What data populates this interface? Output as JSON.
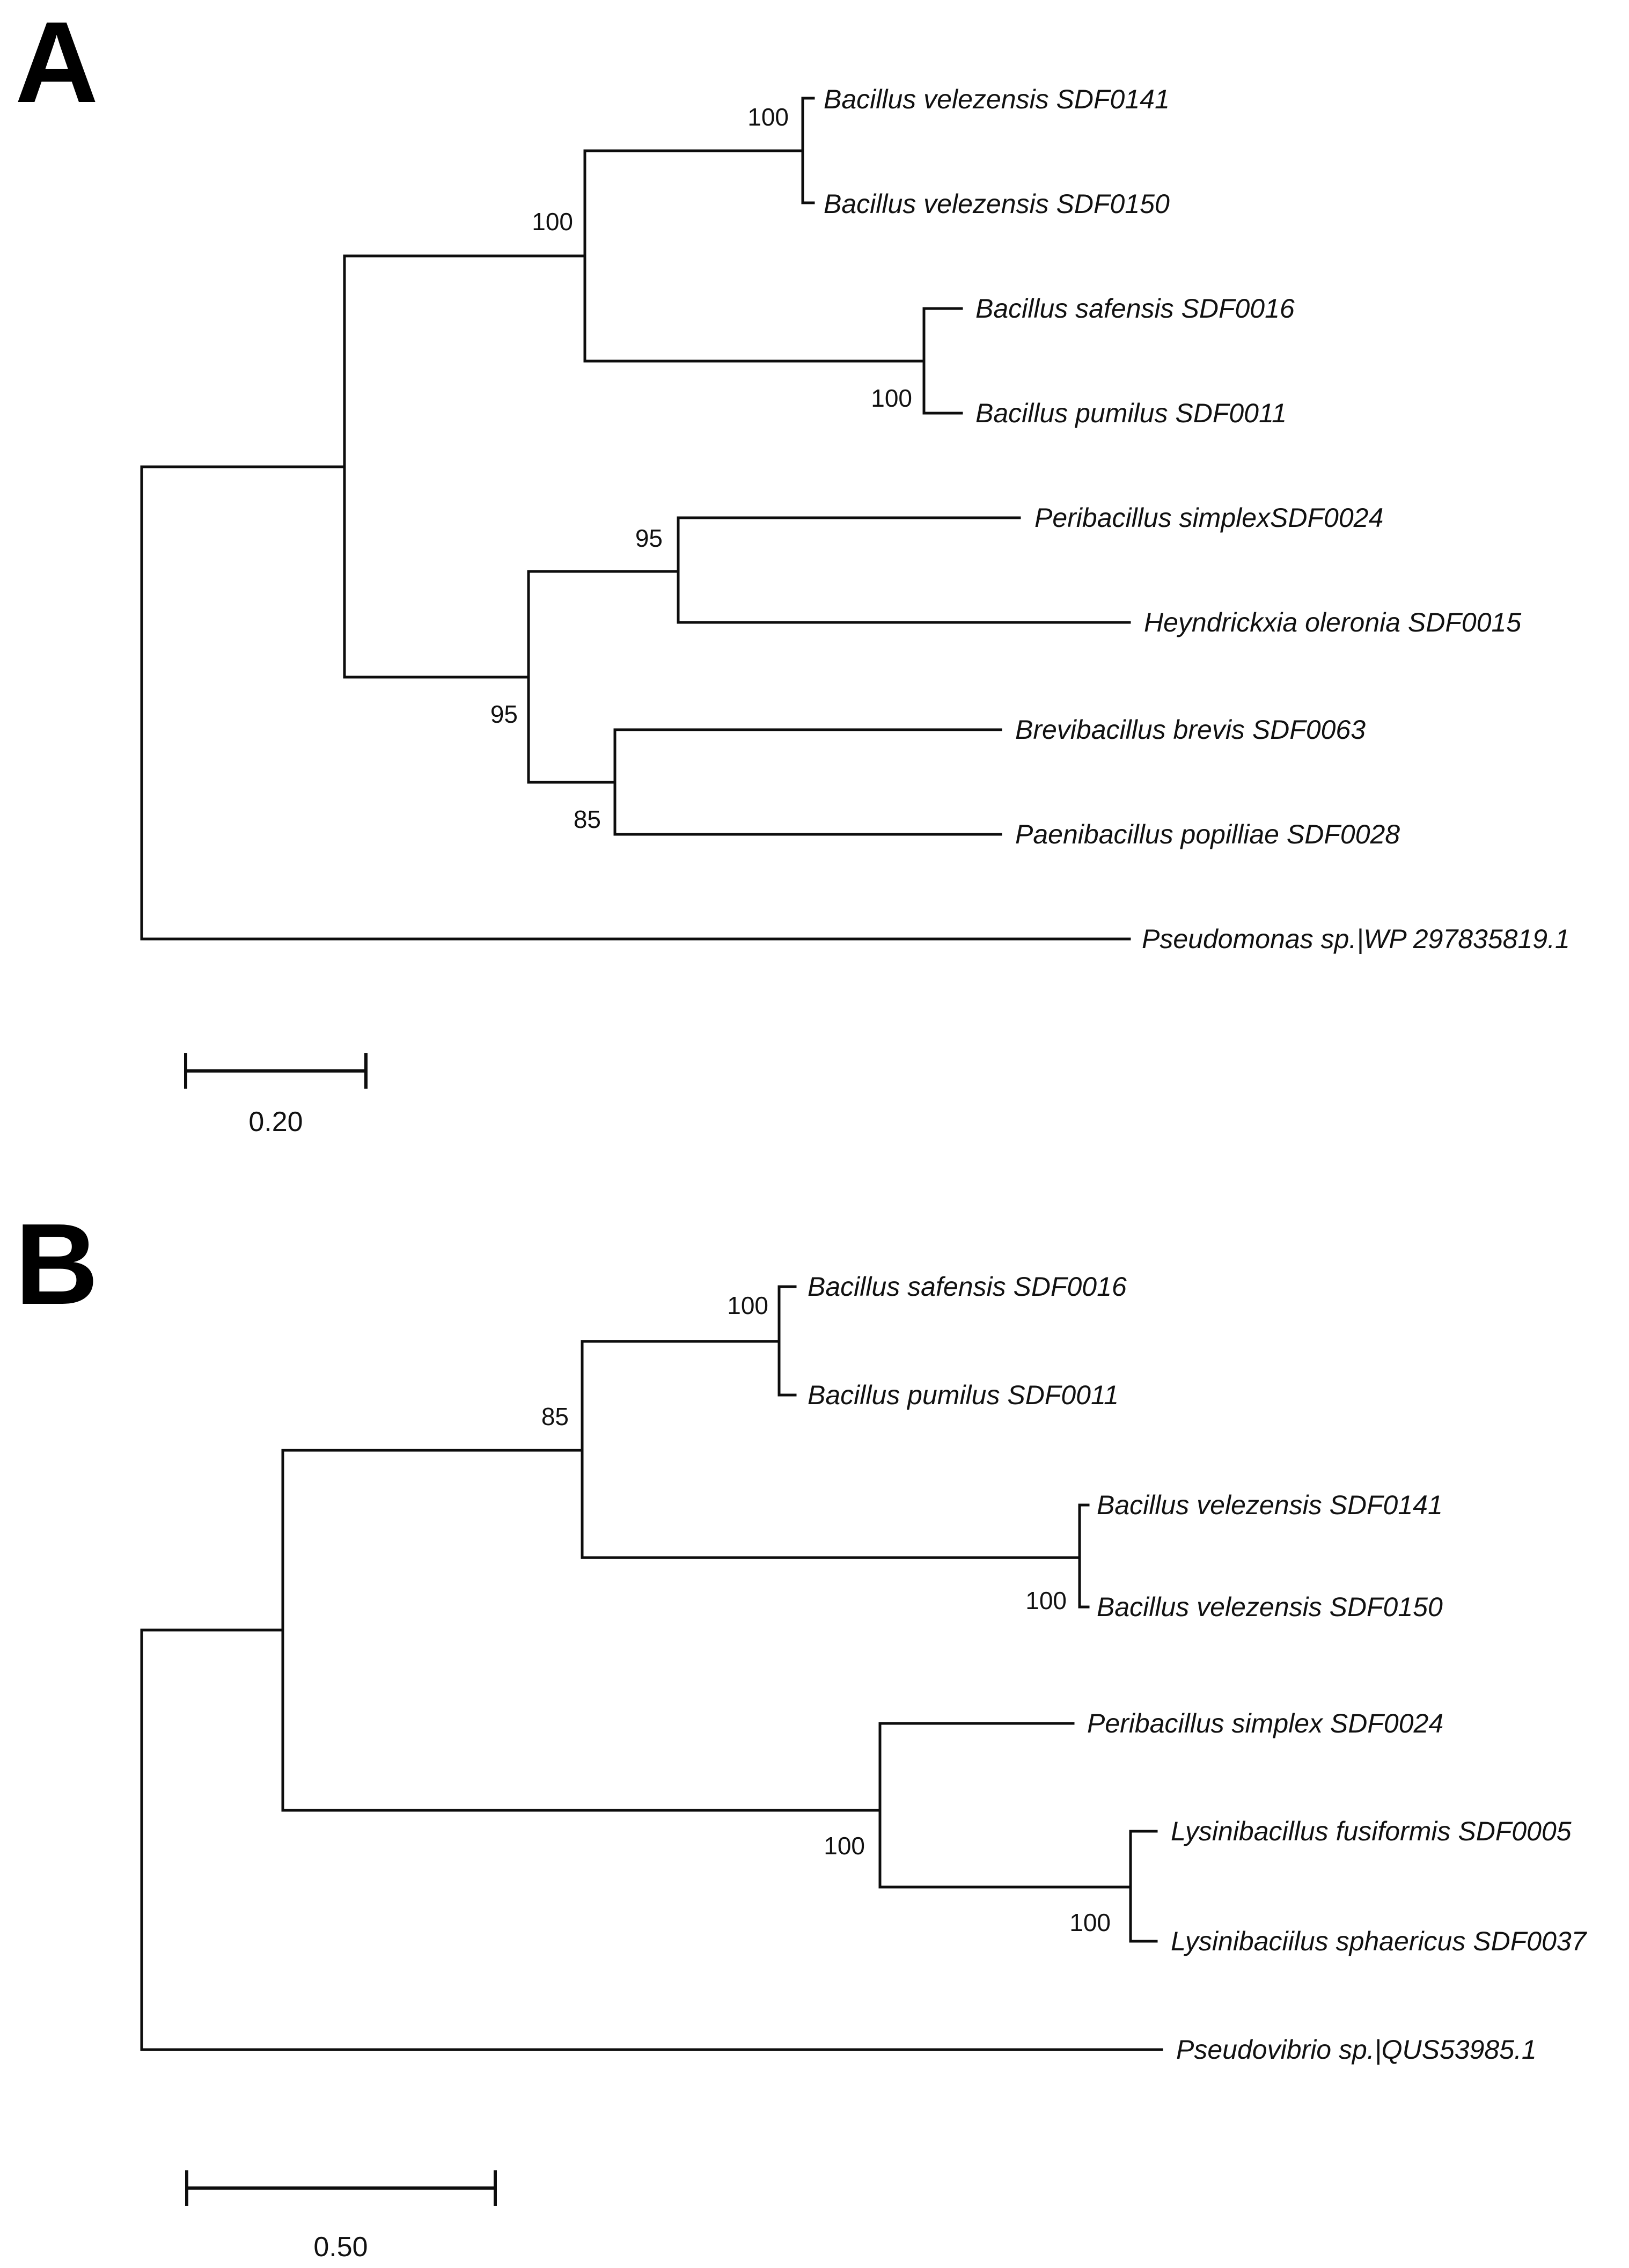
{
  "figure_type": "phylogenetic-tree-figure",
  "line_color": "#0d0d0d",
  "background_color": "#ffffff",
  "panels": [
    {
      "label": "A",
      "taxa": [
        {
          "label": "Bacillus velezensis SDF0141"
        },
        {
          "label": "Bacillus velezensis SDF0150"
        },
        {
          "label": "Bacillus safensis SDF0016"
        },
        {
          "label": "Bacillus pumilus SDF0011"
        },
        {
          "label": "Peribacillus simplexSDF0024"
        },
        {
          "label": "Heyndrickxia oleronia SDF0015"
        },
        {
          "label": "Brevibacillus brevis SDF0063"
        },
        {
          "label": "Paenibacillus popilliae SDF0028"
        },
        {
          "label": "Pseudomonas sp.|WP 297835819.1"
        }
      ],
      "supports": [
        {
          "node": "velezensis-pair",
          "value": "100"
        },
        {
          "node": "velezensis-safensis-pumilus-clade",
          "value": "100"
        },
        {
          "node": "safensis-pumilus-pair",
          "value": "100"
        },
        {
          "node": "peribacillus-heyndrickxia-pair",
          "value": "95"
        },
        {
          "node": "lower-bacillota-clade",
          "value": "95"
        },
        {
          "node": "brevibacillus-paenibacillus-pair",
          "value": "85"
        }
      ],
      "scale_bar": {
        "label": "0.20"
      },
      "newick": "(((Bacillus velezensis SDF0141,Bacillus velezensis SDF0150)100,(Bacillus safensis SDF0016,Bacillus pumilus SDF0011)100)100,((Peribacillus simplexSDF0024,Heyndrickxia oleronia SDF0015)95,(Brevibacillus brevis SDF0063,Paenibacillus popilliae SDF0028)85)95,Pseudomonas sp.|WP 297835819.1);"
    },
    {
      "label": "B",
      "taxa": [
        {
          "label": "Bacillus safensis SDF0016"
        },
        {
          "label": "Bacillus pumilus SDF0011"
        },
        {
          "label": "Bacillus velezensis SDF0141"
        },
        {
          "label": "Bacillus velezensis SDF0150"
        },
        {
          "label": "Peribacillus simplex SDF0024"
        },
        {
          "label": "Lysinibacillus fusiformis SDF0005"
        },
        {
          "label": "Lysinibaciilus sphaericus SDF0037"
        },
        {
          "label": "Pseudovibrio sp.|QUS53985.1"
        }
      ],
      "supports": [
        {
          "node": "safensis-pumilus-pair",
          "value": "100"
        },
        {
          "node": "bacillus-clade",
          "value": "85"
        },
        {
          "node": "velezensis-pair",
          "value": "100"
        },
        {
          "node": "peribacillus-lysinibacillus-clade",
          "value": "100"
        },
        {
          "node": "lysinibacillus-pair",
          "value": "100"
        }
      ],
      "scale_bar": {
        "label": "0.50"
      },
      "newick": "((((Bacillus safensis SDF0016,Bacillus pumilus SDF0011)100,(Bacillus velezensis SDF0141,Bacillus velezensis SDF0150)100)85,(Peribacillus simplex SDF0024,(Lysinibacillus fusiformis SDF0005,Lysinibaciilus sphaericus SDF0037)100)100),Pseudovibrio sp.|QUS53985.1);"
    }
  ]
}
